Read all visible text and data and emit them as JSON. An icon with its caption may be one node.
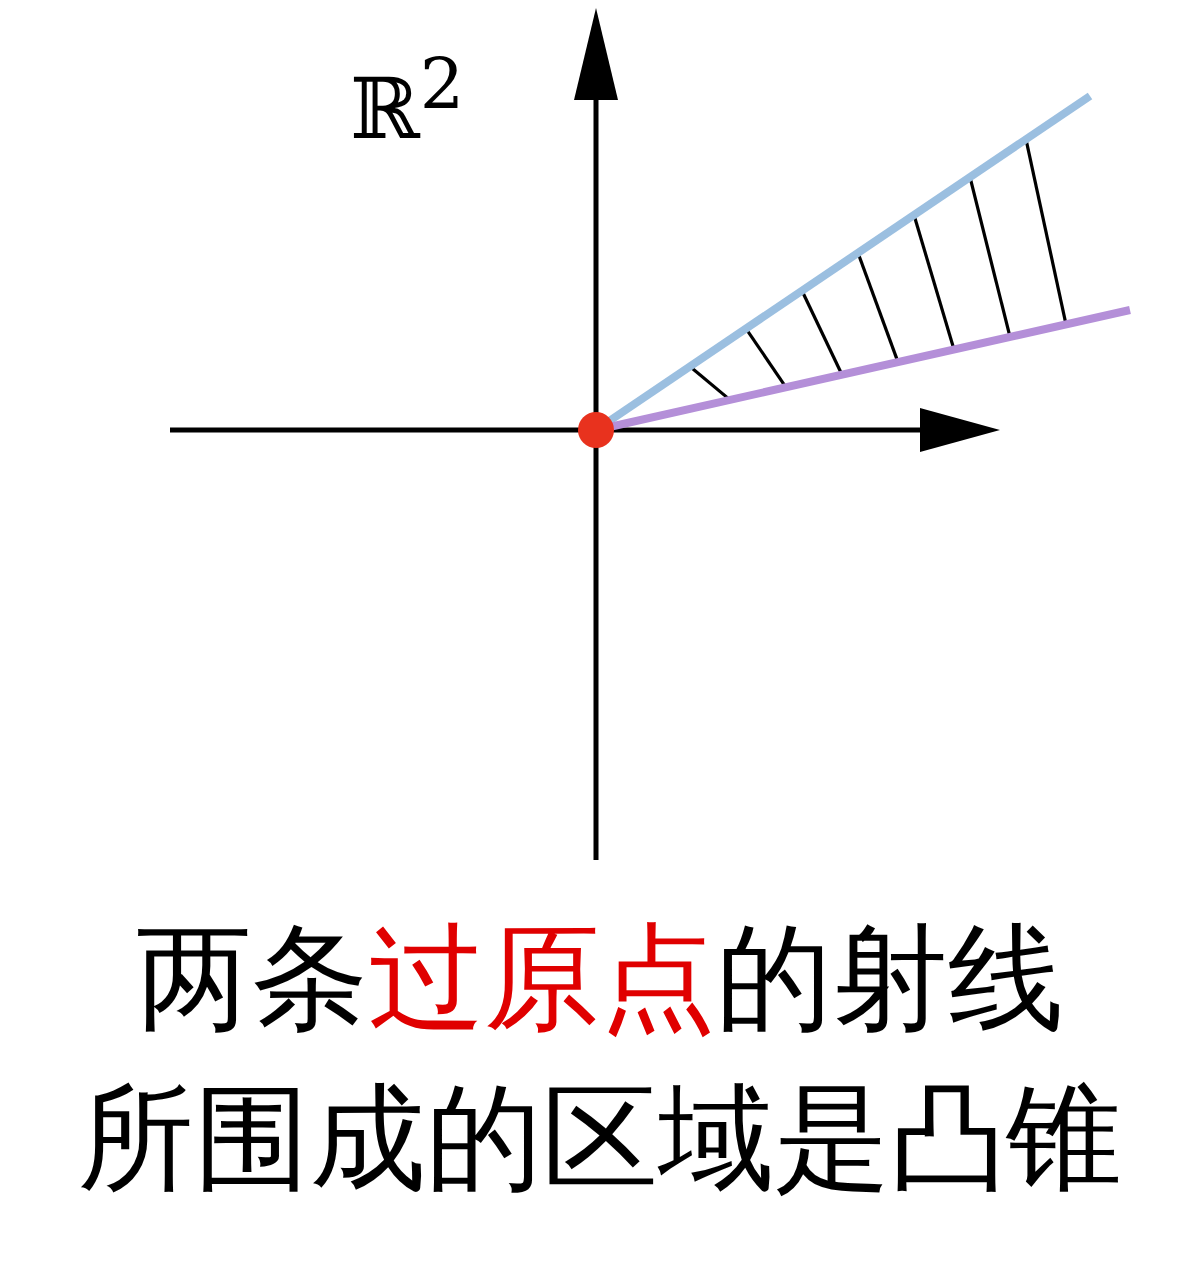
{
  "diagram": {
    "labels": [
      "ℝ$^{2}$",
      "两条",
      "过原点",
      "的射线",
      "所围成的区域是凸锥"
    ]
  }
}
